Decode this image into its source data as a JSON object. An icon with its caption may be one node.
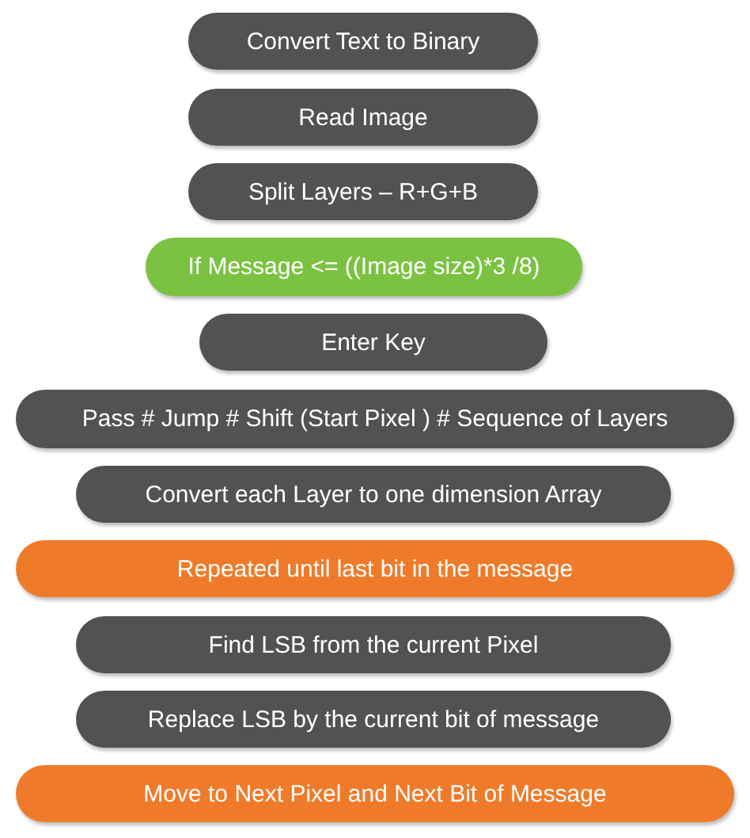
{
  "diagram": {
    "nodes": [
      {
        "text": [
          "Convert Text to Binary"
        ]
      },
      {
        "text": [
          "Read Image"
        ]
      },
      {
        "text": [
          "Split Layers – R+G+B"
        ]
      },
      {
        "text": [
          "If Message <= ((Image size)*3 /8)"
        ]
      },
      {
        "text": [
          "Enter Key"
        ]
      },
      {
        "text": [
          "Pass # Jump # Shift (Start Pixel ) # Sequence of Layers"
        ]
      },
      {
        "text": [
          "Convert each Layer to one dimension Array"
        ]
      },
      {
        "text": [
          "Repeated until last bit in the message"
        ]
      },
      {
        "text": [
          "Find LSB from the current Pixel"
        ]
      },
      {
        "text": [
          "Replace LSB by the current bit of message"
        ]
      },
      {
        "text": [
          "Move to Next Pixel and Next Bit of Message"
        ]
      }
    ]
  }
}
